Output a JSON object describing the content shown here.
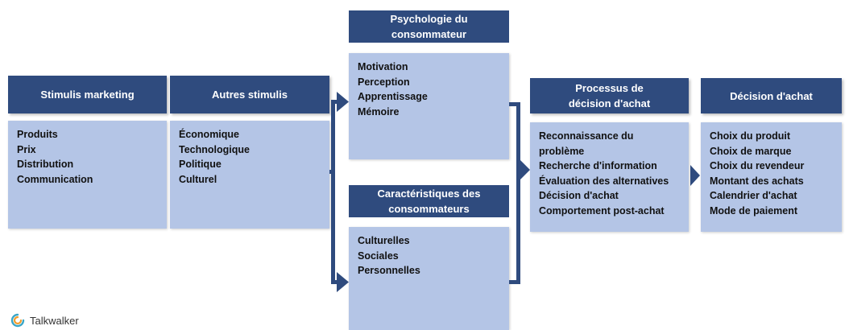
{
  "diagram": {
    "stimulis_marketing": {
      "title": "Stimulis marketing",
      "items": [
        "Produits",
        "Prix",
        "Distribution",
        "Communication"
      ]
    },
    "autres_stimulis": {
      "title": "Autres stimulis",
      "items": [
        "Économique",
        "Technologique",
        "Politique",
        "Culturel"
      ]
    },
    "psychologie": {
      "title": "Psychologie du consommateur",
      "items": [
        "Motivation",
        "Perception",
        "Apprentissage",
        "Mémoire"
      ]
    },
    "caracteristiques": {
      "title": "Caractéristiques des consommateurs",
      "items": [
        "Culturelles",
        "Sociales",
        "Personnelles"
      ]
    },
    "processus": {
      "title": "Processus de décision d'achat",
      "items": [
        "Reconnaissance du problème",
        "Recherche d'information",
        "Évaluation des alternatives",
        "Décision d'achat",
        "Comportement post-achat"
      ]
    },
    "decision": {
      "title": "Décision d'achat",
      "items": [
        "Choix du produit",
        "Choix de marque",
        "Choix du revendeur",
        "Montant des achats",
        "Calendrier d'achat",
        "Mode de paiement"
      ]
    }
  },
  "branding": {
    "logo_text": "Talkwalker",
    "logo_icon": "talkwalker-logo-icon"
  },
  "colors": {
    "header": "#2f4b7e",
    "box": "#b4c5e6",
    "connector": "#2f4b7e"
  }
}
